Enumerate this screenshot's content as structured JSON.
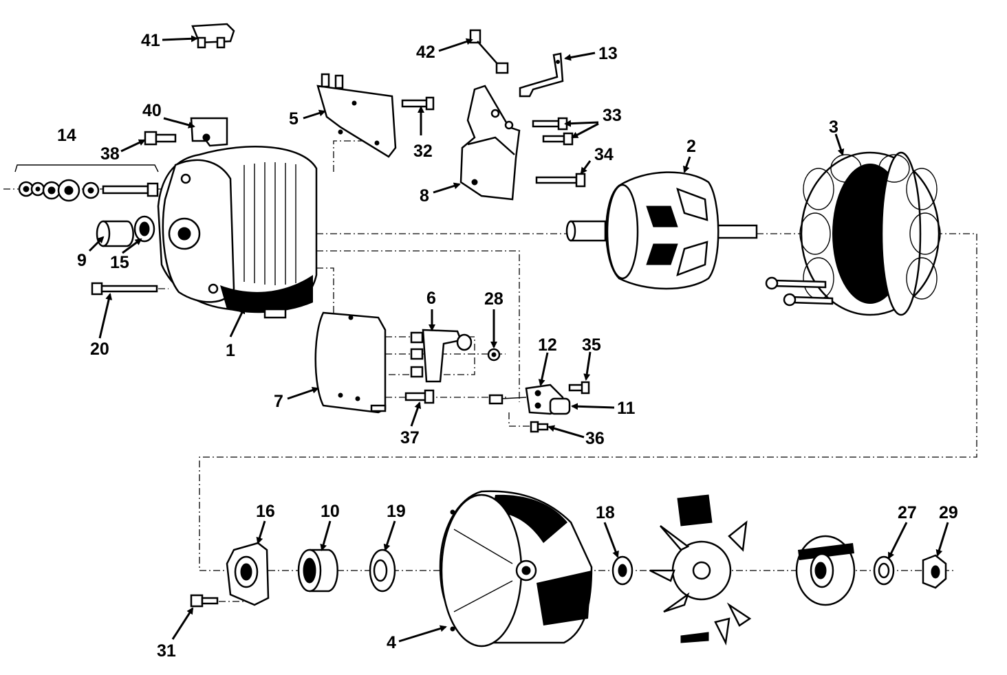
{
  "figure": {
    "callouts": [
      "1",
      "2",
      "3",
      "4",
      "5",
      "6",
      "7",
      "8",
      "9",
      "10",
      "11",
      "12",
      "13",
      "14",
      "15",
      "16",
      "18",
      "19",
      "20",
      "27",
      "28",
      "29",
      "31",
      "32",
      "33",
      "34",
      "35",
      "36",
      "37",
      "38",
      "40",
      "41",
      "42"
    ]
  }
}
